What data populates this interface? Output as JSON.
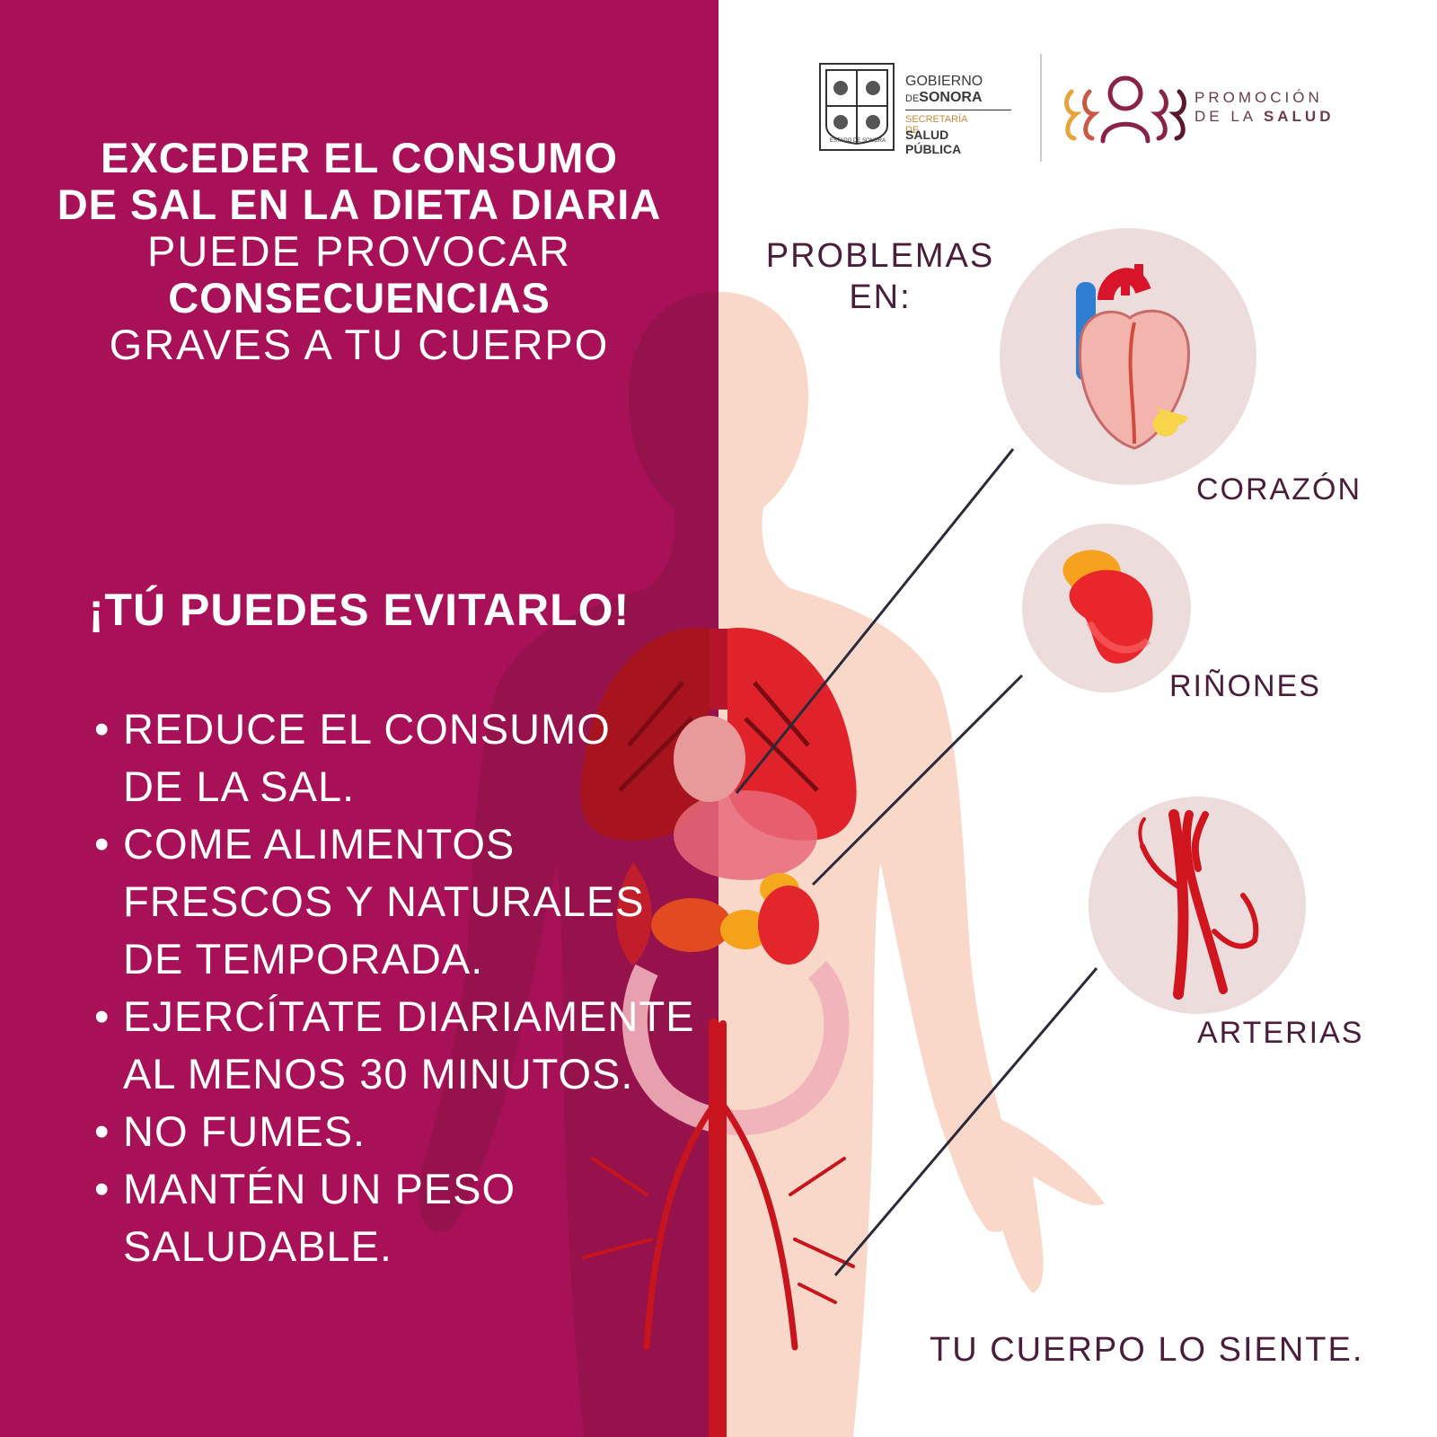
{
  "headline": {
    "line1": "EXCEDER EL CONSUMO",
    "line2": "DE SAL EN LA DIETA DIARIA",
    "line3": "PUEDE PROVOCAR",
    "line4": "CONSECUENCIAS",
    "line5": "GRAVES A TU CUERPO"
  },
  "cta": "¡TÚ PUEDES EVITARLO!",
  "tips": [
    [
      "REDUCE EL CONSUMO",
      "DE LA SAL."
    ],
    [
      "COME ALIMENTOS",
      "FRESCOS Y NATURALES",
      "DE TEMPORADA."
    ],
    [
      "EJERCÍTATE DIARIAMENTE",
      "AL MENOS 30 MINUTOS."
    ],
    [
      "NO FUMES."
    ],
    [
      "MANTÉN UN PESO",
      "SALUDABLE."
    ]
  ],
  "problemas": {
    "line1": "PROBLEMAS",
    "line2": "EN:"
  },
  "organs": {
    "heart": "CORAZÓN",
    "kidneys": "RIÑONES",
    "arteries": "ARTERIAS"
  },
  "footer": "TU CUERPO LO SIENTE.",
  "logo_gobierno": {
    "line1": "GOBIERNO",
    "de": "DE",
    "sonora": "SONORA",
    "secretaria": "SECRETARÍA DE",
    "salud": "SALUD PÚBLICA",
    "seal_caption": "ESTADO DE SONORA"
  },
  "logo_promocion": {
    "line1": "PROMOCIÓN",
    "line2_pre": "DE LA ",
    "line2_bold": "SALUD"
  },
  "colors": {
    "panel": "#a81158",
    "skin": "#f9d7c9",
    "text_dark": "#4a1d3a",
    "organ_red": "#d81f2a",
    "circle_bg": "#ecdcdc"
  }
}
